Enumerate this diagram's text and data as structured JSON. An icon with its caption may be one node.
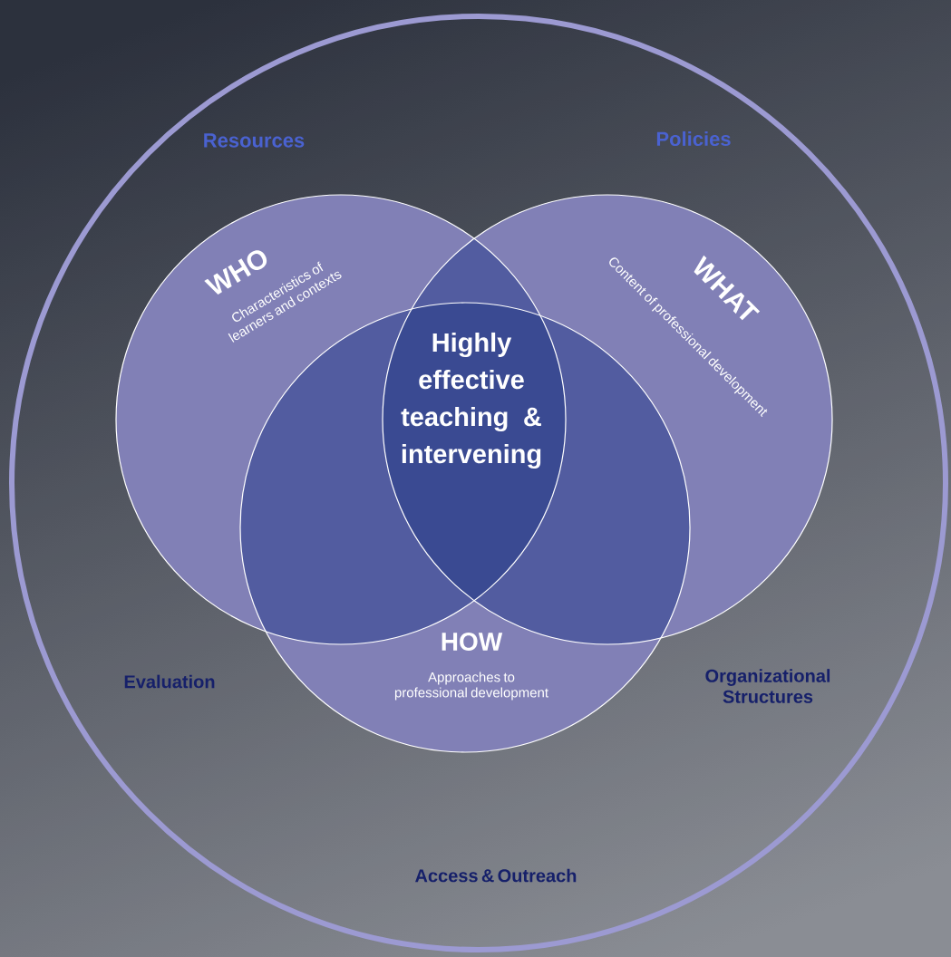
{
  "diagram": {
    "nodes": [
      {
        "text": [
          "Resources",
          "Policies",
          "Evaluation",
          "Organizational Structures",
          "Access & Outreach"
        ]
      },
      {
        "text": [
          "WHO",
          "Characteristics of learners and contexts"
        ],
        "in": 0
      },
      {
        "text": [
          "WHAT",
          "Content of professional development"
        ],
        "in": 0
      },
      {
        "text": [
          "HOW",
          "Approaches to professional development"
        ],
        "in": 0
      }
    ],
    "labels": [
      "Highly effective teaching & intervening"
    ]
  }
}
